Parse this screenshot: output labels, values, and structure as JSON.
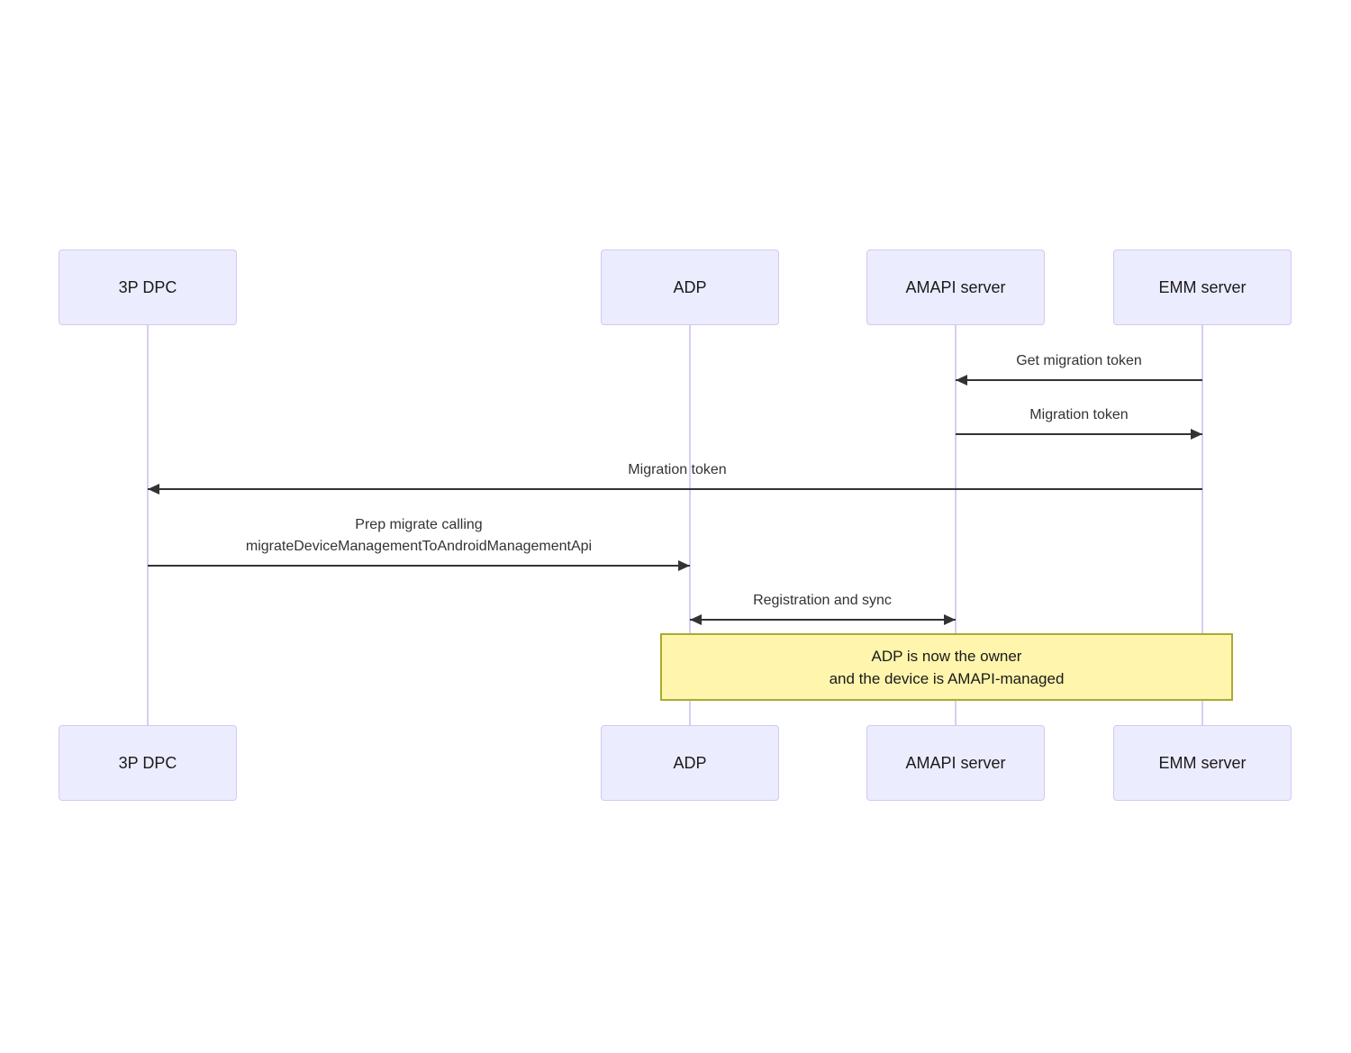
{
  "diagram": {
    "type": "sequence-diagram",
    "actors": [
      {
        "label": "3P DPC"
      },
      {
        "label": "ADP"
      },
      {
        "label": "AMAPI server"
      },
      {
        "label": "EMM server"
      }
    ],
    "messages": [
      {
        "label": "Get migration token",
        "from": "EMM server",
        "to": "AMAPI server",
        "direction": "left"
      },
      {
        "label": "Migration token",
        "from": "AMAPI server",
        "to": "EMM server",
        "direction": "right"
      },
      {
        "label": "Migration token",
        "from": "EMM server",
        "to": "3P DPC",
        "direction": "left"
      },
      {
        "label_line1": "Prep migrate calling",
        "label_line2": "migrateDeviceManagementToAndroidManagementApi",
        "from": "3P DPC",
        "to": "ADP",
        "direction": "right"
      },
      {
        "label": "Registration and sync",
        "from": "ADP",
        "to": "AMAPI server",
        "direction": "both"
      }
    ],
    "note": {
      "line1": "ADP is now the owner",
      "line2": "and the device is AMAPI-managed"
    },
    "colors": {
      "actor_fill": "#ECECFF",
      "actor_border": "#d3c9f0",
      "lifeline": "#d8cef0",
      "arrow": "#333333",
      "text": "#333333",
      "note_fill": "#fff5ad",
      "note_border": "#aaaa33"
    }
  }
}
